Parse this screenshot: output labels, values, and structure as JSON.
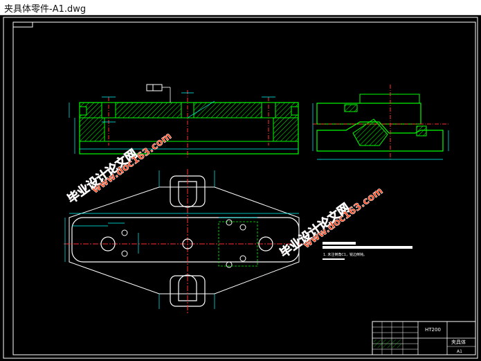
{
  "window": {
    "title": "夹具体零件-A1.dwg"
  },
  "watermarks": {
    "left_line1": "毕业设计论文网",
    "left_line2": "www.doc163.com",
    "right_line1": "毕业设计论文网",
    "right_line2": "www.doc163.com"
  },
  "notes": {
    "tech_req_line": "1. 未注倒角C1，锐边倒钝。"
  },
  "title_block": {
    "material": "HT200",
    "part_name": "夹具体",
    "sheet_size": "A1"
  },
  "colors": {
    "drawing_bg": "#000000",
    "frame": "#ffffff",
    "outline": "#00ff00",
    "center_line": "#ff3030",
    "dimension": "#00ffff",
    "watermark_fill": "#ff3b10",
    "watermark_stroke": "#ffffff"
  }
}
